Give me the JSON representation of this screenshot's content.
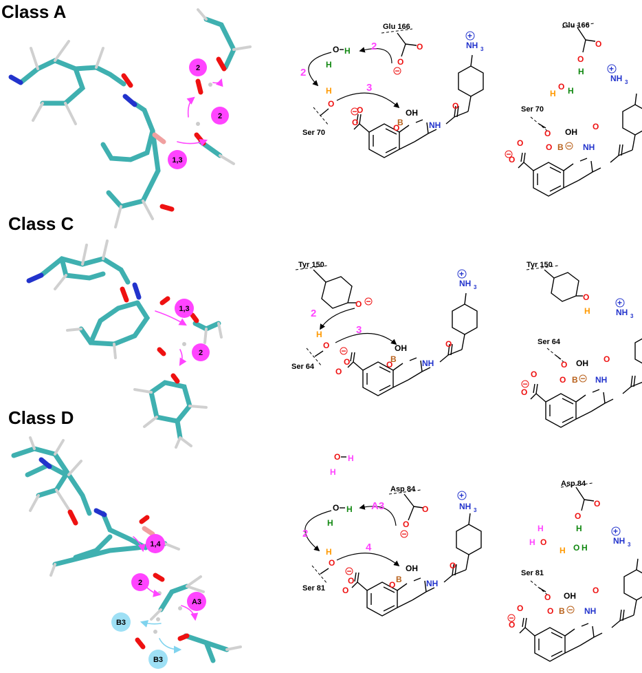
{
  "panels": [
    {
      "id": "A",
      "label": "Class A",
      "stick_bubbles": [
        "2",
        "2",
        "1,3"
      ],
      "mech_residues": [
        "Glu 166",
        "Ser 70"
      ],
      "mech_steps": [
        "2",
        "2",
        "3"
      ],
      "prod_residues": [
        "Glu 166",
        "Ser 70"
      ]
    },
    {
      "id": "C",
      "label": "Class C",
      "stick_bubbles": [
        "1,3",
        "2"
      ],
      "mech_residues": [
        "Tyr 150",
        "Ser 64"
      ],
      "mech_steps": [
        "2",
        "3"
      ],
      "prod_residues": [
        "Tyr 150",
        "Ser 64"
      ]
    },
    {
      "id": "D",
      "label": "Class D",
      "stick_bubbles": [
        "1,4",
        "2",
        "A3",
        "B3",
        "B3"
      ],
      "mech_residues": [
        "Asp 84",
        "Ser 81"
      ],
      "mech_steps": [
        "A3",
        "2",
        "4"
      ],
      "prod_residues": [
        "Asp 84",
        "Ser 81"
      ]
    }
  ],
  "atoms": {
    "O": "O",
    "H": "H",
    "B": "B",
    "N": "N",
    "NH": "NH",
    "NH3": "NH",
    "sub3": "3",
    "OH": "OH",
    "plus": "+",
    "minus": "−"
  },
  "colors": {
    "magenta": "#ff44ff",
    "cyan_bubble": "#9ee0f5",
    "oxygen": "#ee1111",
    "nitrogen": "#2233cc",
    "boron": "#b8601a",
    "h_orange": "#ff9900",
    "h_green": "#118811",
    "carbon_stick": "#3fb0b0",
    "hydrogen_stick": "#d0d0d0"
  }
}
